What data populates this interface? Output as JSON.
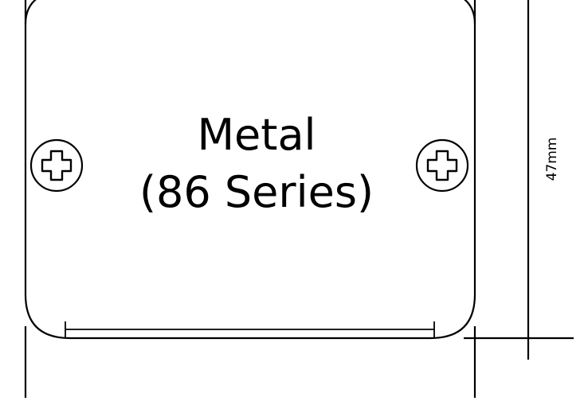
{
  "diagram": {
    "plate_label": {
      "line1": "Metal",
      "line2": "(86 Series)"
    },
    "dimension_label": "47mm",
    "icons": {
      "left_screw": "screw-cross-icon",
      "right_screw": "screw-cross-icon"
    },
    "colors": {
      "stroke": "#000000",
      "background": "#ffffff"
    }
  }
}
